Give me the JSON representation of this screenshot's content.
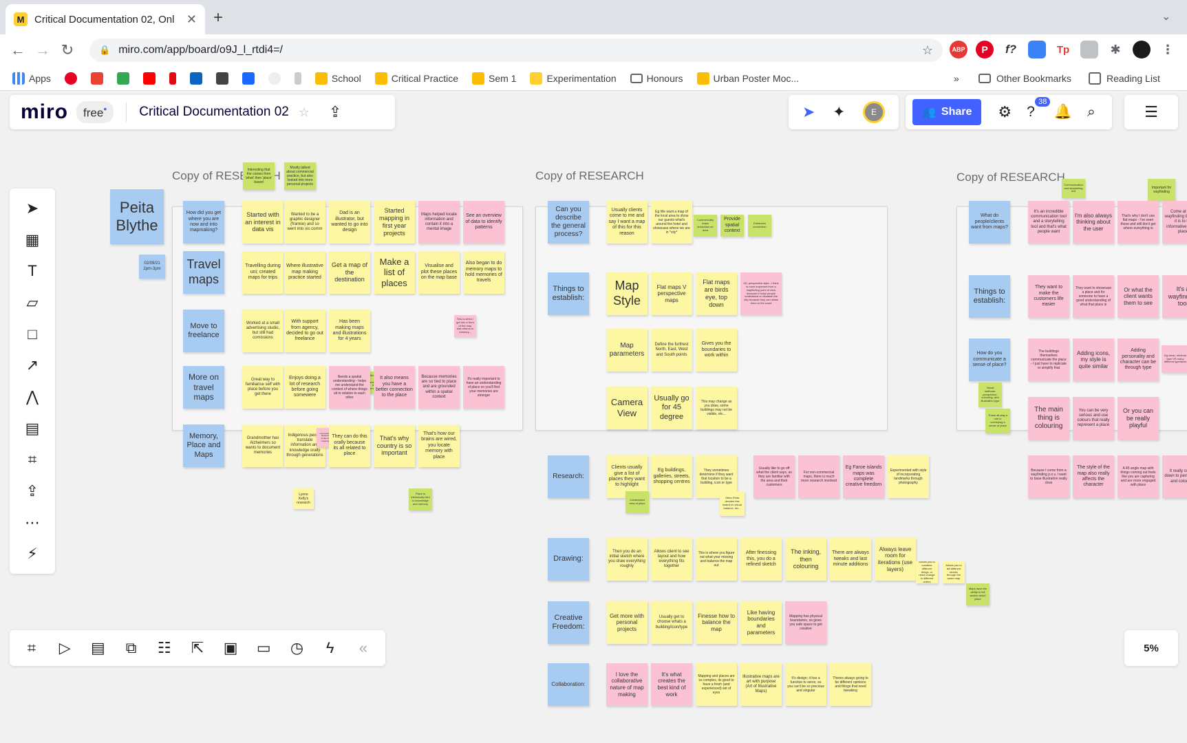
{
  "browser": {
    "tab_title": "Critical Documentation 02, Onl",
    "url": "miro.com/app/board/o9J_l_rtdi4=/",
    "bookmarks": [
      "Apps",
      "School",
      "Critical Practice",
      "Sem 1",
      "Experimentation",
      "Honours",
      "Urban Poster Moc..."
    ],
    "other_bookmarks": "Other Bookmarks",
    "reading_list": "Reading List",
    "ext_labels": {
      "abp": "ABP",
      "fx": "f?",
      "tp": "Tp"
    }
  },
  "miro": {
    "logo": "miro",
    "plan": "free",
    "board_title": "Critical Documentation 02",
    "share_label": "Share",
    "avatar_initial": "E",
    "help_badge": "38",
    "zoom": "5%",
    "collapse": "«"
  },
  "frames": [
    {
      "title": "Copy of RESEARCH"
    },
    {
      "title": "Copy of RESEARCH"
    },
    {
      "title": "Copy of RESEARCH"
    }
  ],
  "notes": [
    {
      "t": "Peita Blythe",
      "c": "b"
    },
    {
      "t": "02/09/21 2pm-3pm",
      "c": "b"
    },
    {
      "t": "Interesting that the comes from 'what' then 'place' based",
      "c": "g"
    },
    {
      "t": "Mostly talked about commercial practice, but also looked into more personal projects",
      "c": "g"
    },
    {
      "t": "How did you get where you are now and into mapmaking?",
      "c": "b"
    },
    {
      "t": "Started with an interest in data vis",
      "c": "y"
    },
    {
      "t": "Wanted to be a graphic designer (frankie) and so went into vis comm",
      "c": "y"
    },
    {
      "t": "Dad is an illustrator, but wanted to go into design",
      "c": "y"
    },
    {
      "t": "Started mapping in first year projects",
      "c": "y"
    },
    {
      "t": "Maps helped locate information and contain it into a mental image",
      "c": "p"
    },
    {
      "t": "See an overview of data to identify patterns",
      "c": "p"
    },
    {
      "t": "Travel maps",
      "c": "b"
    },
    {
      "t": "Travelling during uni; created maps for trips",
      "c": "y"
    },
    {
      "t": "Where illustrative map making practice started",
      "c": "y"
    },
    {
      "t": "Get a map of the destination",
      "c": "y"
    },
    {
      "t": "Make a list of places",
      "c": "y"
    },
    {
      "t": "Visualise and plot these places on the map base",
      "c": "y"
    },
    {
      "t": "Also began to do memory maps to hold memories of travels",
      "c": "y"
    },
    {
      "t": "This is when I got into a form of the map that returns to memory...",
      "c": "p"
    },
    {
      "t": "Move to freelance",
      "c": "b"
    },
    {
      "t": "Worked at a small advertising studio, but still had comissions",
      "c": "y"
    },
    {
      "t": "With support from agency, decided to go out freelance",
      "c": "y"
    },
    {
      "t": "Has been making maps and illustrations for 4 years",
      "c": "y"
    },
    {
      "t": "Map provide spatial understanding adding to sense of place",
      "c": "g"
    },
    {
      "t": "More on travel maps",
      "c": "b"
    },
    {
      "t": "Great way to familiarise self with place before you get there",
      "c": "y"
    },
    {
      "t": "Enjoys doing a lot of research before going somewere",
      "c": "y"
    },
    {
      "t": "Needs a spatial understanding - helps me understand the context of where things sit in relation to each other",
      "c": "p"
    },
    {
      "t": "It also means you have a better connection to the place",
      "c": "p"
    },
    {
      "t": "Because memories are so tied to place and are grounded within a spatial context",
      "c": "p"
    },
    {
      "t": "It's really important to have an understanding of place so you'll find your memories are stronger",
      "c": "p"
    },
    {
      "t": "Memory, Place and Maps",
      "c": "b"
    },
    {
      "t": "Grandmother has Alzheimers so wants to document memories",
      "c": "y"
    },
    {
      "t": "Indigenous people translate information and knowledge orally through generations",
      "c": "y"
    },
    {
      "t": "Connection to Research: Indigenous mapping ...",
      "c": "p"
    },
    {
      "t": "They can do this orally because its all related to place",
      "c": "y"
    },
    {
      "t": "That's why country is so important",
      "c": "y"
    },
    {
      "t": "That's how our brains are wired, you locate memory with place",
      "c": "y"
    },
    {
      "t": "Lynne Kelly's research",
      "c": "y"
    },
    {
      "t": "Place is intrinsically tied to knowledge and memory",
      "c": "g"
    },
    {
      "t": "Can you describe the general process?",
      "c": "b"
    },
    {
      "t": "Usually clients come to me and say I want a map of this for this reason",
      "c": "y"
    },
    {
      "t": "Eg We want a map of the local area to show our guests what's around the hotel and showcase where we are in *city*",
      "c": "y"
    },
    {
      "t": "Commercially maps showcase an area",
      "c": "g"
    },
    {
      "t": "Provide spatial context",
      "c": "g"
    },
    {
      "t": "Enhances connection",
      "c": "g"
    },
    {
      "t": "Things to establish:",
      "c": "b"
    },
    {
      "t": "Map Style",
      "c": "y"
    },
    {
      "t": "Flat maps V perspective maps",
      "c": "y"
    },
    {
      "t": "Flat maps are birds eye, top down",
      "c": "y"
    },
    {
      "t": "4D, perspective style...I think is more important from a wayfinding point of view because it helps people understand or visualise the city because they can relate them to the world",
      "c": "p"
    },
    {
      "t": "Map parameters",
      "c": "y"
    },
    {
      "t": "Define the furthest North, East, West and South points",
      "c": "y"
    },
    {
      "t": "Gives you the boundaries to work within",
      "c": "y"
    },
    {
      "t": "Camera View",
      "c": "y"
    },
    {
      "t": "Usually go for 45 degree",
      "c": "y"
    },
    {
      "t": "This may change as you draw, some buildings may not be visible, etc...",
      "c": "y"
    },
    {
      "t": "Research:",
      "c": "b"
    },
    {
      "t": "Clients usually give a list of places they want to highlight",
      "c": "y"
    },
    {
      "t": "Eg buildings, galleries, streets, shopping centres",
      "c": "y"
    },
    {
      "t": "They sometimes determine if they want that location to be a building, icon or type",
      "c": "y"
    },
    {
      "t": "Usually like to go off what the client says, as they are familiar with the area and their customers",
      "c": "p"
    },
    {
      "t": "For non-commercial maps, there is much more research involved",
      "c": "p"
    },
    {
      "t": "Eg Faroe islands maps was complete creative freedom",
      "c": "p"
    },
    {
      "t": "Experimented with style of incorporating landmarks through photography",
      "c": "y"
    },
    {
      "t": "Constructed view of place",
      "c": "g"
    },
    {
      "t": "Often Peita decides this based on visual balance, etc...",
      "c": "y"
    },
    {
      "t": "Drawing:",
      "c": "b"
    },
    {
      "t": "Then you do an initial sketch where you draw everything roughly",
      "c": "y"
    },
    {
      "t": "Allows client to see layout and how everything fits together",
      "c": "y"
    },
    {
      "t": "This is where you figure out what your missing and balance the map out",
      "c": "y"
    },
    {
      "t": "After finessing this, you do a refined sketch",
      "c": "y"
    },
    {
      "t": "The inking, then colouring",
      "c": "y"
    },
    {
      "t": "There are always tweaks and last minute additions",
      "c": "y"
    },
    {
      "t": "Always leave room for iterations (use layers)",
      "c": "y"
    },
    {
      "t": "Allows you to combine different things, or need change in different orders",
      "c": "y"
    },
    {
      "t": "Allows you to tell different stories through the same map",
      "c": "y"
    },
    {
      "t": "Maps have the ability to tell stories about place",
      "c": "g"
    },
    {
      "t": "Creative Freedom:",
      "c": "b"
    },
    {
      "t": "Get more with personal projects",
      "c": "y"
    },
    {
      "t": "Usually get to choose whats a building/icon/type",
      "c": "y"
    },
    {
      "t": "Finesse how to balance the map",
      "c": "y"
    },
    {
      "t": "Like having boundaries and parameters",
      "c": "y"
    },
    {
      "t": "Mapping has physical boundaries, so gives you safe space to get creative",
      "c": "p"
    },
    {
      "t": "Collaboration:",
      "c": "b"
    },
    {
      "t": "I love the collaborative nature of map making",
      "c": "p"
    },
    {
      "t": "It's what creates the best kind of work",
      "c": "p"
    },
    {
      "t": "Mapping and places are so complex, its good to have a fresh (and experienced) set of eyes",
      "c": "y"
    },
    {
      "t": "Illustrative maps are art with purpose (Art of Illustrative Maps)",
      "c": "y"
    },
    {
      "t": "It's design; it has a function to serve, so you can't be so precious and singular",
      "c": "y"
    },
    {
      "t": "Theres always going to be different opinions and things that need tweaking",
      "c": "y"
    },
    {
      "t": "What do people/clients want from maps?",
      "c": "b"
    },
    {
      "t": "Communication and storytelling tool",
      "c": "g"
    },
    {
      "t": "Important for wayfinding",
      "c": "g"
    },
    {
      "t": "It's an incredible communication tool and a storytelling tool and that's what people want",
      "c": "p"
    },
    {
      "t": "I'm also always thinking about the user",
      "c": "p"
    },
    {
      "t": "That's why I don't use flat maps - I've seen those and still don't get where everything is",
      "c": "p"
    },
    {
      "t": "Come at it for wayfinding because it is to be informative and to place",
      "c": "p"
    },
    {
      "t": "Things to establish:",
      "c": "b"
    },
    {
      "t": "They want to make the customers life easier",
      "c": "p"
    },
    {
      "t": "They want to showcase a place and for someone to have a good understanding of what that place is",
      "c": "p"
    },
    {
      "t": "Or what the client wants them to see",
      "c": "p"
    },
    {
      "t": "It's a wayfinding tool",
      "c": "p"
    },
    {
      "t": "How do you communicate a sense of place?",
      "c": "b"
    },
    {
      "t": "The buildings themselves communicate the place - I just have to replicate or simplify that",
      "c": "p"
    },
    {
      "t": "Adding icons, my style is quite similar",
      "c": "p"
    },
    {
      "t": "Adding personality and character can be through type",
      "c": "p"
    },
    {
      "t": "Eg clean, minimal type VS many different typefaces",
      "c": "p"
    },
    {
      "t": "Visual methods: perspective, colouring, and illustration type",
      "c": "g"
    },
    {
      "t": "Those all play a role in conveying a sense of place",
      "c": "g"
    },
    {
      "t": "The main thing is colouring",
      "c": "p"
    },
    {
      "t": "You can be very serious and use colours that really represent a place",
      "c": "p"
    },
    {
      "t": "Or you can be really playful",
      "c": "p"
    },
    {
      "t": "Because I come from a wayfinding p.o.v, I want to base illustration really clear",
      "c": "p"
    },
    {
      "t": "The style of the map also really affects the character",
      "c": "p"
    },
    {
      "t": "A 45 angle map with things coming out feels like you are capturing and are more engaged with place",
      "c": "p"
    },
    {
      "t": "It really comes down to perspective and colouring",
      "c": "p"
    }
  ]
}
